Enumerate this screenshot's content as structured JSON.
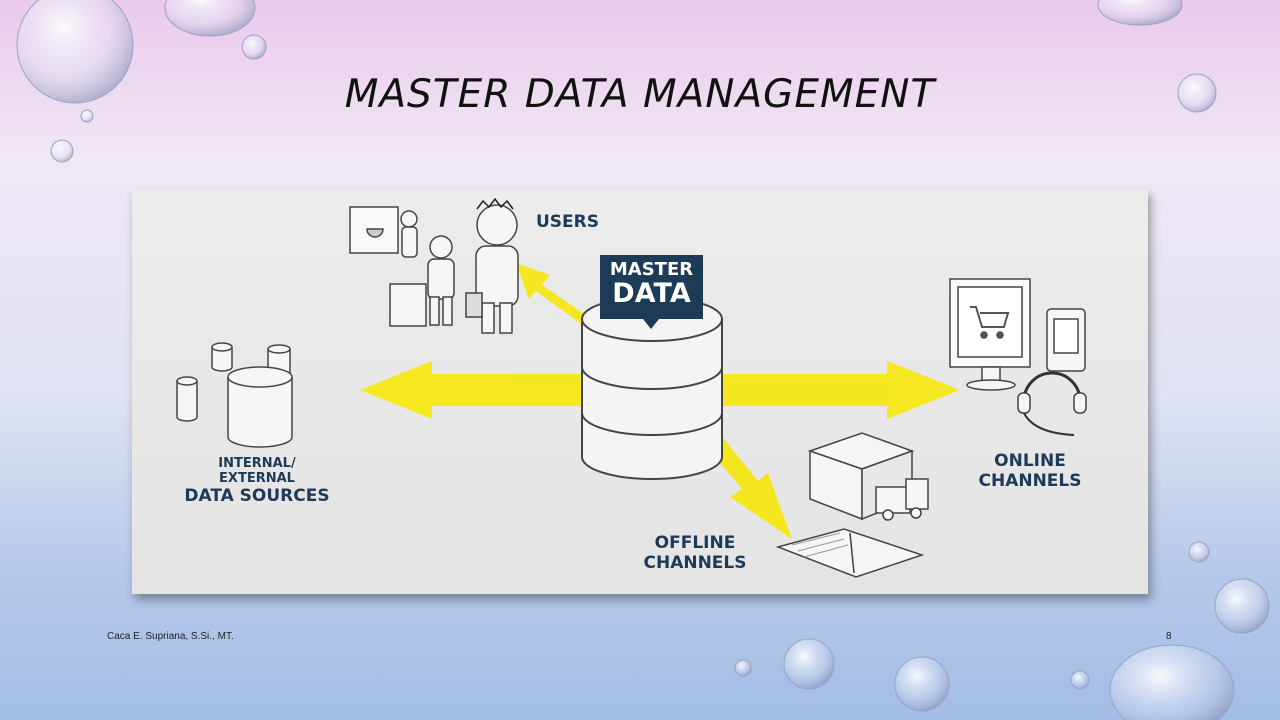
{
  "slide": {
    "title": "MASTER DATA MANAGEMENT",
    "footer_author": "Caca E. Supriana, S.Si., MT.",
    "page_number": "8"
  },
  "diagram": {
    "center_tag_line1": "MASTER",
    "center_tag_line2": "DATA",
    "users_label": "USERS",
    "sources_line1": "INTERNAL/",
    "sources_line2": "EXTERNAL",
    "sources_line3": "DATA SOURCES",
    "online_line1": "ONLINE",
    "online_line2": "CHANNELS",
    "offline_line1": "OFFLINE",
    "offline_line2": "CHANNELS"
  },
  "colors": {
    "arrow": "#f5e70f",
    "tag": "#1d3a57",
    "label": "#1d3a57"
  }
}
